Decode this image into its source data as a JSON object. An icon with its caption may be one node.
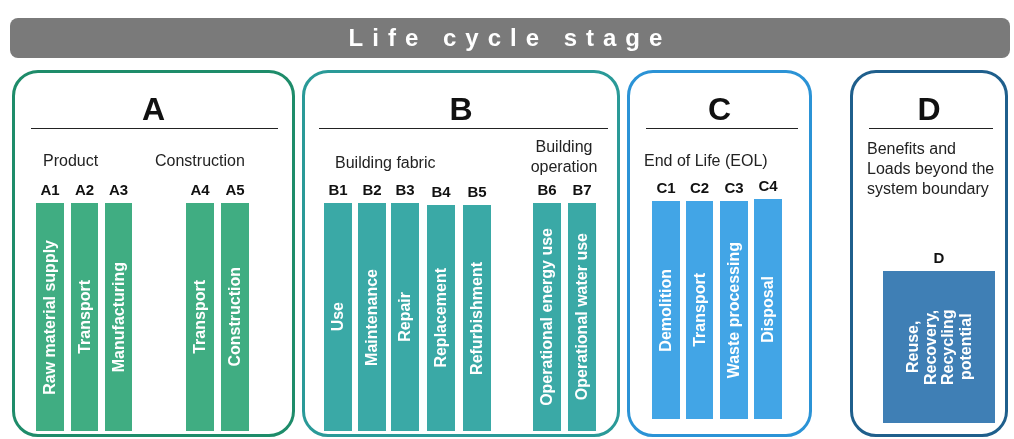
{
  "diagram": {
    "title": "Life cycle stage",
    "nodes": [
      {
        "text": [
          "A",
          "Product",
          "Construction"
        ]
      },
      {
        "text": [
          "A1",
          "Raw material supply"
        ],
        "in": 0
      },
      {
        "text": [
          "A2",
          "Transport"
        ],
        "in": 0
      },
      {
        "text": [
          "A3",
          "Manufacturing"
        ],
        "in": 0
      },
      {
        "text": [
          "A4",
          "Transport"
        ],
        "in": 0
      },
      {
        "text": [
          "A5",
          "Construction"
        ],
        "in": 0
      },
      {
        "text": [
          "B",
          "Building fabric",
          "Building operation"
        ]
      },
      {
        "text": [
          "B1",
          "Use"
        ],
        "in": 6
      },
      {
        "text": [
          "B2",
          "Maintenance"
        ],
        "in": 6
      },
      {
        "text": [
          "B3",
          "Repair"
        ],
        "in": 6
      },
      {
        "text": [
          "B4",
          "Replacement"
        ],
        "in": 6
      },
      {
        "text": [
          "B5",
          "Refurbishment"
        ],
        "in": 6
      },
      {
        "text": [
          "B6",
          "Operational energy use"
        ],
        "in": 6
      },
      {
        "text": [
          "B7",
          "Operational water use"
        ],
        "in": 6
      },
      {
        "text": [
          "C",
          "End of Life (EOL)"
        ]
      },
      {
        "text": [
          "C1",
          "Demolition"
        ],
        "in": 14
      },
      {
        "text": [
          "C2",
          "Transport"
        ],
        "in": 14
      },
      {
        "text": [
          "C3",
          "Waste processing"
        ],
        "in": 14
      },
      {
        "text": [
          "C4",
          "Disposal"
        ],
        "in": 14
      },
      {
        "text": [
          "D",
          "Benefits and Loads beyond the system boundary"
        ]
      },
      {
        "text": [
          "D",
          "Reuse, Recovery, Recycling potential"
        ],
        "in": 19
      }
    ],
    "edges": []
  }
}
